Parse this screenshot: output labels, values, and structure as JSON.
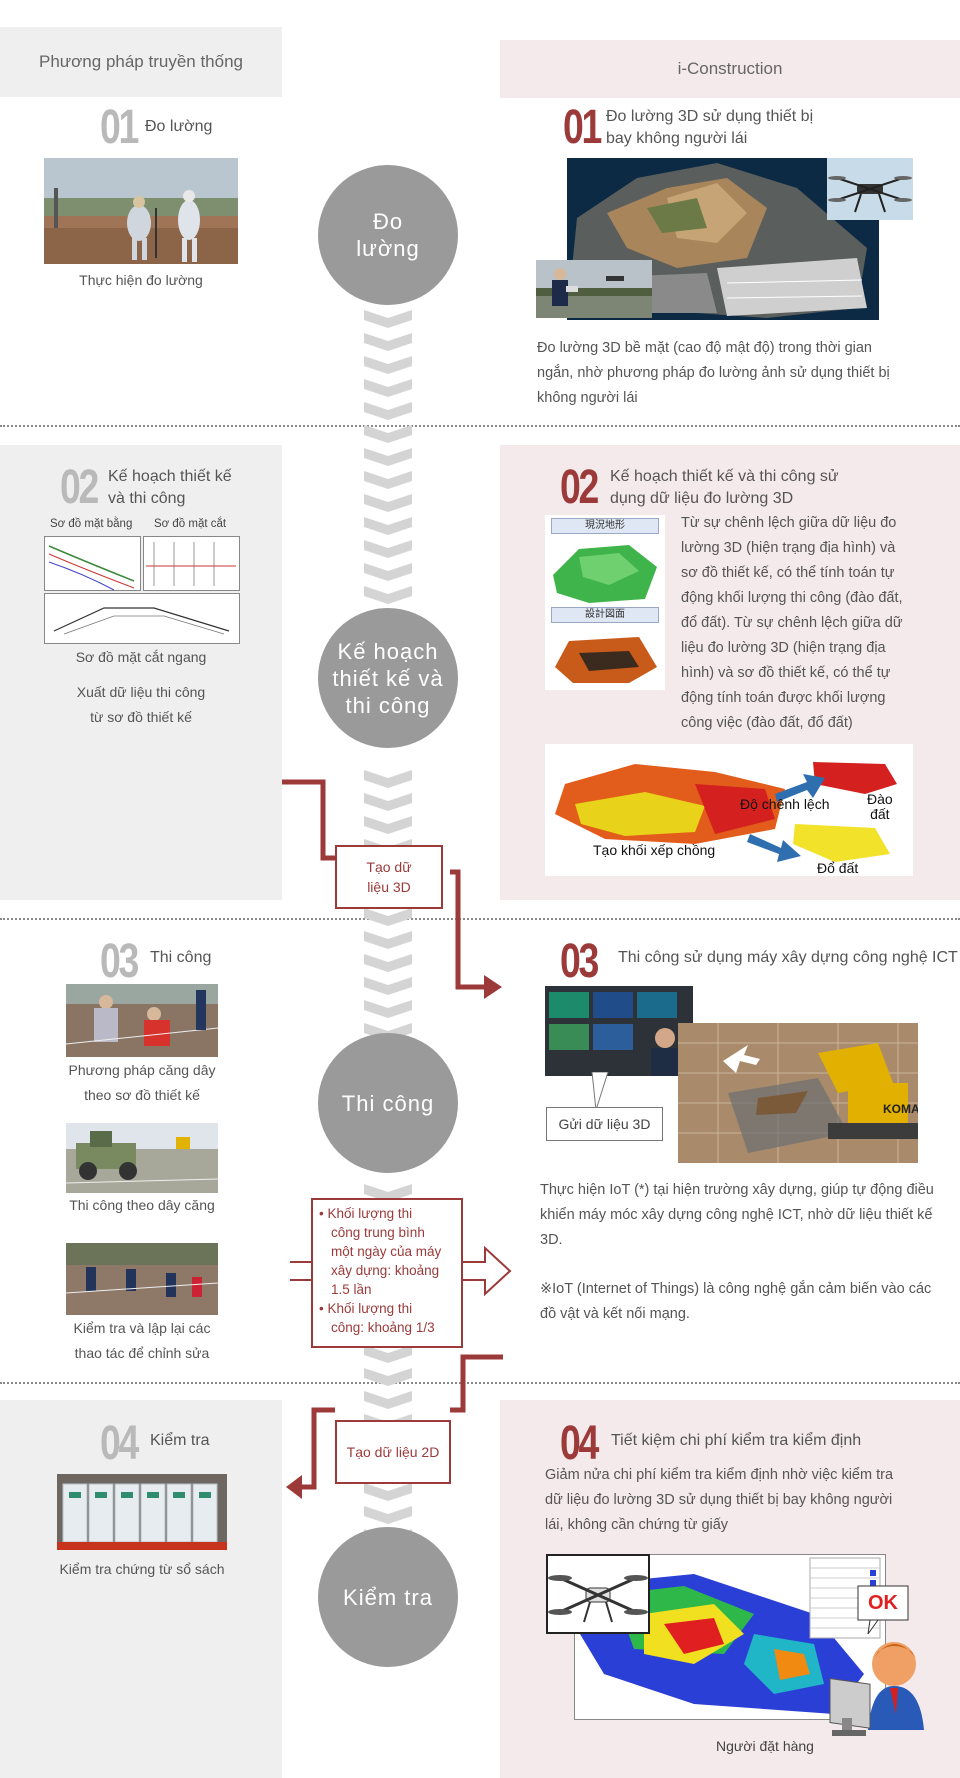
{
  "headers": {
    "left": "Phương pháp truyền thống",
    "right": "i-Construction"
  },
  "circles": [
    "Đo lường",
    "Kế hoạch thiết kế và thi công",
    "Thi công",
    "Kiểm tra"
  ],
  "left": {
    "s1": {
      "num": "01",
      "title": "Đo lường",
      "caption": "Thực hiện đo lường"
    },
    "s2": {
      "num": "02",
      "title_line1": "Kế hoạch thiết kế",
      "title_line2": "và thi công",
      "label_plan": "Sơ đồ mặt bằng",
      "label_section": "Sơ đồ mặt cắt",
      "caption": "Sơ đồ mặt cắt ngang",
      "note_line1": "Xuất dữ liệu thi công",
      "note_line2": "từ sơ đồ thiết kế"
    },
    "s3": {
      "num": "03",
      "title": "Thi công",
      "cap1_line1": "Phương pháp căng dây",
      "cap1_line2": "theo sơ đồ thiết kế",
      "cap2": "Thi công theo dây căng",
      "cap3_line1": "Kiểm tra và lập lại các",
      "cap3_line2": "thao tác để chỉnh sửa"
    },
    "s4": {
      "num": "04",
      "title": "Kiểm tra",
      "caption": "Kiểm tra chứng từ sổ sách"
    }
  },
  "right": {
    "s1": {
      "num": "01",
      "title_line1": "Đo lường 3D sử dụng thiết bị",
      "title_line2": "bay không người lái",
      "para_line1": "Đo lường 3D bề mặt (cao độ mật độ) trong thời gian",
      "para_line2": "ngắn, nhờ phương pháp đo lường ảnh sử dụng thiết bị",
      "para_line3": "không người lái"
    },
    "s2": {
      "num": "02",
      "title_line1": "Kế hoạch thiết kế và thi công sử",
      "title_line2": "dụng dữ liệu đo lường 3D",
      "tag1": "現況地形",
      "tag2": "設計図面",
      "para": [
        "Từ sự chênh lệch giữa dữ liệu đo",
        "lường 3D (hiện trạng địa hình) và",
        "sơ đồ thiết kế, có thể tính toán tự",
        "động khối lượng thi công (đào đất,",
        "đổ đất). Từ sự chênh lệch giữa dữ",
        "liệu đo lường 3D (hiện trạng địa",
        "hình) và sơ đồ thiết kế, có thể tự",
        "động tính toán được khối lượng",
        "công việc (đào đất, đổ đất)"
      ],
      "diff_label": "Độ chênh lệch",
      "cut_line1": "Đào",
      "cut_line2": "đất",
      "stack_label": "Tạo khối xếp chồng",
      "fill_label": "Đổ đất"
    },
    "s3": {
      "num": "03",
      "title": "Thi công sử dụng máy xây dựng công nghệ ICT",
      "send_label": "Gửi dữ liệu 3D",
      "para_line1": "Thực hiện IoT (*) tại hiện trường xây dựng, giúp tự động điều",
      "para_line2": "khiển máy móc xây dựng công nghệ ICT, nhờ dữ liệu thiết kế",
      "para_line3": "3D.",
      "note_line1": "※IoT (Internet of Things) là công nghệ gắn cảm biến vào các",
      "note_line2": "đồ vật và kết nối mạng.",
      "machine_label": "KOMATSU"
    },
    "s4": {
      "num": "04",
      "title": "Tiết kiệm chi phí kiểm tra kiểm định",
      "para_line1": "Giảm nửa chi phí kiểm tra kiểm định nhờ việc kiểm tra",
      "para_line2": "dữ liệu đo lường 3D sử dụng thiết bị bay không người",
      "para_line3": "lái, không cần chứng từ giấy",
      "ok": "OK",
      "orderer": "Người đặt hàng"
    }
  },
  "flow": {
    "box3d_line1": "Tạo dữ",
    "box3d_line2": "liệu 3D",
    "box2d": "Tạo dữ liệu 2D",
    "bullet1": [
      "• Khối lượng thi",
      "công trung bình",
      "một ngày của máy",
      "xây dựng: khoảng",
      "1.5 lần"
    ],
    "bullet2": [
      "• Khối lượng thi",
      "công: khoảng 1/3"
    ]
  },
  "colors": {
    "accent": "#9c3a3a",
    "circle": "#9a9a9a",
    "left_panel": "#efefef",
    "right_panel": "#f4eaeb",
    "chevron": "#d4d4d4"
  }
}
